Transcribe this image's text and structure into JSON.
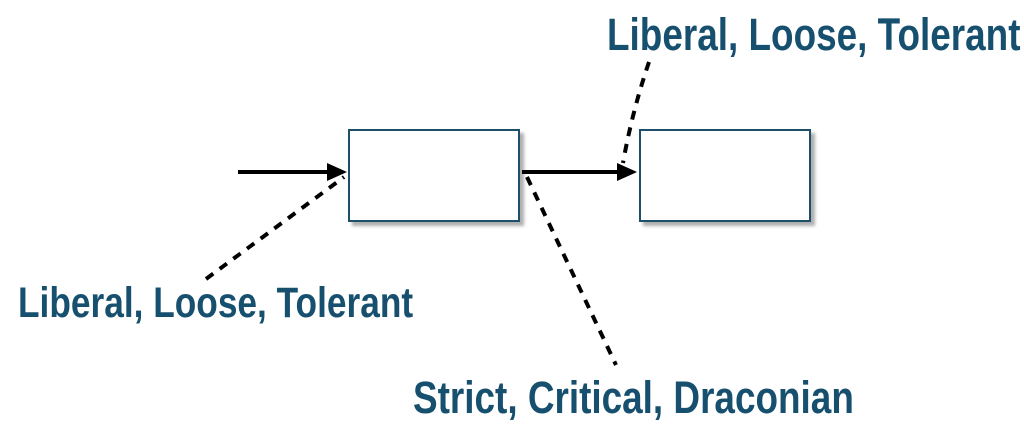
{
  "diagram": {
    "labels": {
      "top_right": "Liberal, Loose, Tolerant",
      "bottom_left": "Liberal, Loose, Tolerant",
      "bottom_center": "Strict, Critical, Draconian"
    },
    "boxes": [
      {
        "id": "box-1",
        "text": ""
      },
      {
        "id": "box-2",
        "text": ""
      }
    ],
    "connectors": [
      {
        "id": "input-arrow",
        "type": "solid-arrow",
        "from": "outside-left",
        "to": "box-1"
      },
      {
        "id": "transfer-arrow",
        "type": "solid-arrow",
        "from": "box-1",
        "to": "box-2"
      },
      {
        "id": "callout-bottom-left",
        "type": "dashed-line",
        "from": "label-bottom-left",
        "to": "input-arrow"
      },
      {
        "id": "callout-top-right",
        "type": "dashed-line",
        "from": "label-top-right",
        "to": "transfer-arrow"
      },
      {
        "id": "callout-bottom-center",
        "type": "dashed-line",
        "from": "box-1",
        "to": "label-bottom-center"
      }
    ],
    "colors": {
      "background": "#FFFFFF",
      "label_text": "#17506F",
      "box_border": "#1D5068",
      "box_fill": "#FFFFFF",
      "arrow": "#000000"
    }
  }
}
